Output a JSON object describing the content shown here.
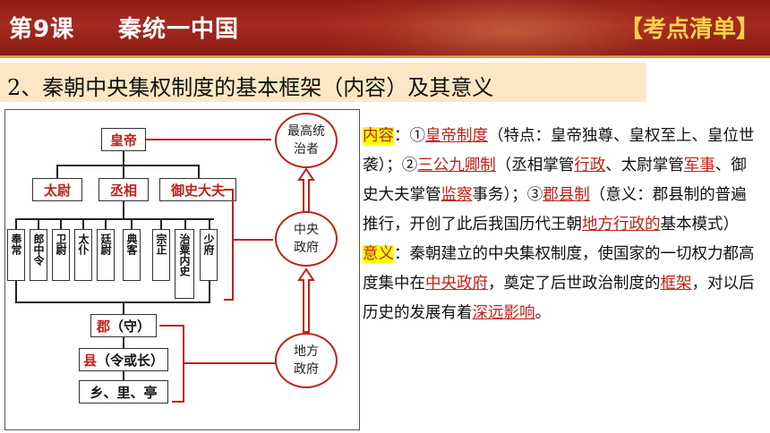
{
  "header": {
    "lesson": "第9课",
    "title": "秦统一中国",
    "badge": "【考点清单】"
  },
  "subtitle": "2、秦朝中央集权制度的基本框架（内容）及其意义",
  "diagram": {
    "emperor": "皇帝",
    "sangong": [
      "太尉",
      "丞相",
      "御史大夫"
    ],
    "jiuqing": [
      "奉常",
      "郎中令",
      "卫尉",
      "太仆",
      "廷尉",
      "典客",
      "宗正",
      "治粟内史",
      "少府"
    ],
    "jun_name": "郡",
    "jun_official": "（守）",
    "xian_name": "县",
    "xian_official": "（令或长）",
    "local_units": "乡、里、亭",
    "circle_top": "最高统治者",
    "circle_mid": "中央政府",
    "circle_bottom": "地方政府"
  },
  "content": {
    "label": "内容",
    "colon": "：①",
    "huangdi": "皇帝制度",
    "t1": "（特点：皇帝独尊、皇权至上、皇位世袭）；②",
    "sangong": "三公九卿制",
    "t2": "（丞相掌管",
    "xingzheng": "行政",
    "t3": "、太尉掌管",
    "junshi": "军事",
    "t4": "、御史大夫掌管",
    "jiancha": "监察",
    "t5": "事务）；③",
    "junxian": "郡县制",
    "t6": "（意义：郡县制的普遍推行，开创了此后我国历代王朝",
    "difang": "地方行政的",
    "t7": "基本模式）"
  },
  "significance": {
    "label": "意义",
    "t1": "：秦朝建立的中央集权制度，使国家的一切权力都高度集中在",
    "zhongyang": "中央政府",
    "t2": "，奠定了后世政治制度的",
    "kuangjia": "框架",
    "t3": "，对以后历史的发展有着",
    "yingxiang": "深远影响",
    "t4": "。"
  }
}
